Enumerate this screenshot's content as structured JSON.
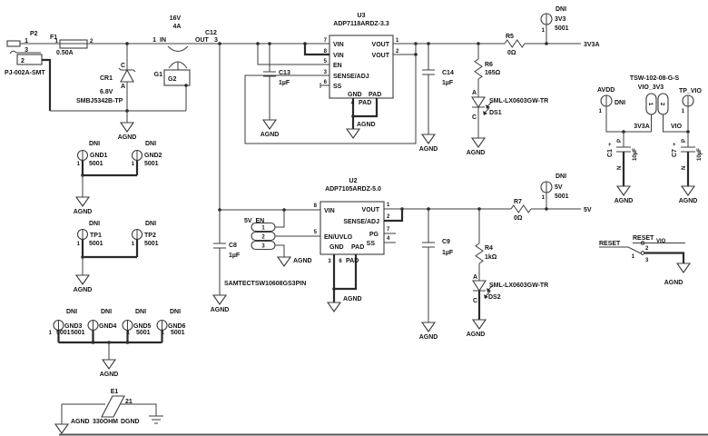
{
  "common": {
    "agnd": "AGND",
    "dgnd": "DGND",
    "dni": "DNI",
    "tp_size": "5001",
    "p1": "1",
    "p2": "2",
    "p3": "3",
    "p4": "4",
    "p5": "5",
    "p6": "6",
    "p7": "7",
    "p8": "8"
  },
  "input": {
    "p2_ref": "P2",
    "p2_part": "PJ-002A-SMT",
    "f1_ref": "F1",
    "f1_value": "0.50A",
    "filter_ref": "C12",
    "filter_in": "IN",
    "filter_out": "OUT",
    "rating_v": "16V",
    "rating_a": "4A",
    "g_ref": "G1",
    "g_pin": "G2",
    "cr1_ref": "CR1",
    "cr1_value": "6.8V",
    "cr1_part": "SMBJ5342B-TP",
    "cathode": "C",
    "anode": "A"
  },
  "u3": {
    "ref": "U3",
    "part": "ADP7118ARDZ-3.3",
    "vin": "VIN",
    "en": "EN",
    "sense": "SENSE/ADJ",
    "ss": "SS",
    "vout": "VOUT",
    "gnd": "GND",
    "pad": "PAD"
  },
  "u2": {
    "ref": "U2",
    "part": "ADP7105ARDZ-5.0",
    "vin": "VIN",
    "en": "EN/UVLO",
    "vout": "VOUT",
    "sense": "SENSE/ADJ",
    "pg": "PG",
    "ss": "SS",
    "gnd": "GND",
    "pad": "PAD"
  },
  "caps": {
    "c13_ref": "C13",
    "c13_val": "1µF",
    "c14_ref": "C14",
    "c14_val": "1µF",
    "c8_ref": "C8",
    "c8_val": "1µF",
    "c9_ref": "C9",
    "c9_val": "1µF",
    "c1_ref": "C1",
    "c1_val": "10µF",
    "c7_ref": "C7",
    "c7_val": "10µF",
    "plus": "+",
    "pos": "P",
    "neg": "N"
  },
  "res": {
    "r5_ref": "R5",
    "r5_val": "0Ω",
    "r6_ref": "R6",
    "r6_val": "165Ω",
    "r7_ref": "R7",
    "r7_val": "0Ω",
    "r4_ref": "R4",
    "r4_val": "1kΩ"
  },
  "leds": {
    "part": "SML-LX0603GW-TR",
    "ds1_ref": "DS1",
    "ds2_ref": "DS2",
    "anode": "A",
    "cathode": "C"
  },
  "nets": {
    "v3v3a": "3V3A",
    "v5": "5V",
    "vio": "VIO",
    "avdd": "AVDD",
    "tp_vio": "TP_VIO",
    "reset": "RESET",
    "reset_vio_base": "RESET",
    "reset_vio_sub": "VIO"
  },
  "tps": {
    "tp3v3": "3V3",
    "tp5v": "5V",
    "gnd1": "GND1",
    "gnd2": "GND2",
    "gnd3": "GND3",
    "gnd4": "GND4",
    "gnd5": "GND5",
    "gnd6": "GND6",
    "tp1": "TP1",
    "tp2": "TP2"
  },
  "headers": {
    "en_label": "5V_EN",
    "en_part": "SAMTECTSW10608GS3PIN",
    "tsw_part": "TSW-102-08-G-S",
    "tsw_label": "VIO_3V3"
  },
  "ferrite": {
    "ref": "E1",
    "pins": "21",
    "value": "330OHM"
  }
}
